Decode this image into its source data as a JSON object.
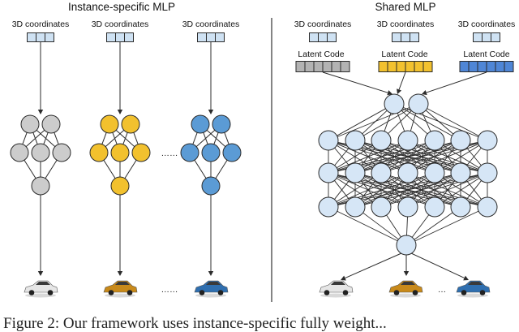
{
  "left_panel": {
    "title": "Instance-specific MLP",
    "coord_label": "3D coordinates",
    "columns": [
      {
        "node_color": "#cccccc"
      },
      {
        "node_color": "#f2c12e"
      },
      {
        "node_color": "#5b9bd5"
      }
    ],
    "car_colors": [
      "#e6e6e6",
      "#c98a1a",
      "#2f6fb0"
    ],
    "ellipsis": "……",
    "car_ellipsis": "……"
  },
  "right_panel": {
    "title": "Shared MLP",
    "coord_label": "3D coordinates",
    "latent_label": "Latent Code",
    "latent_colors": [
      "#b3b3b3",
      "#f2c12e",
      "#4f86d6"
    ],
    "node_color": "#d6e6f6",
    "car_colors": [
      "#e6e6e6",
      "#c98a1a",
      "#2f6fb0"
    ],
    "car_ellipsis": "…"
  },
  "colors": {
    "coord_cell": "#cfe2f3",
    "stroke": "#2b2b2b",
    "divider": "#333333"
  },
  "caption_partial": "Figure 2: Our framework uses instance-specific fully weight..."
}
